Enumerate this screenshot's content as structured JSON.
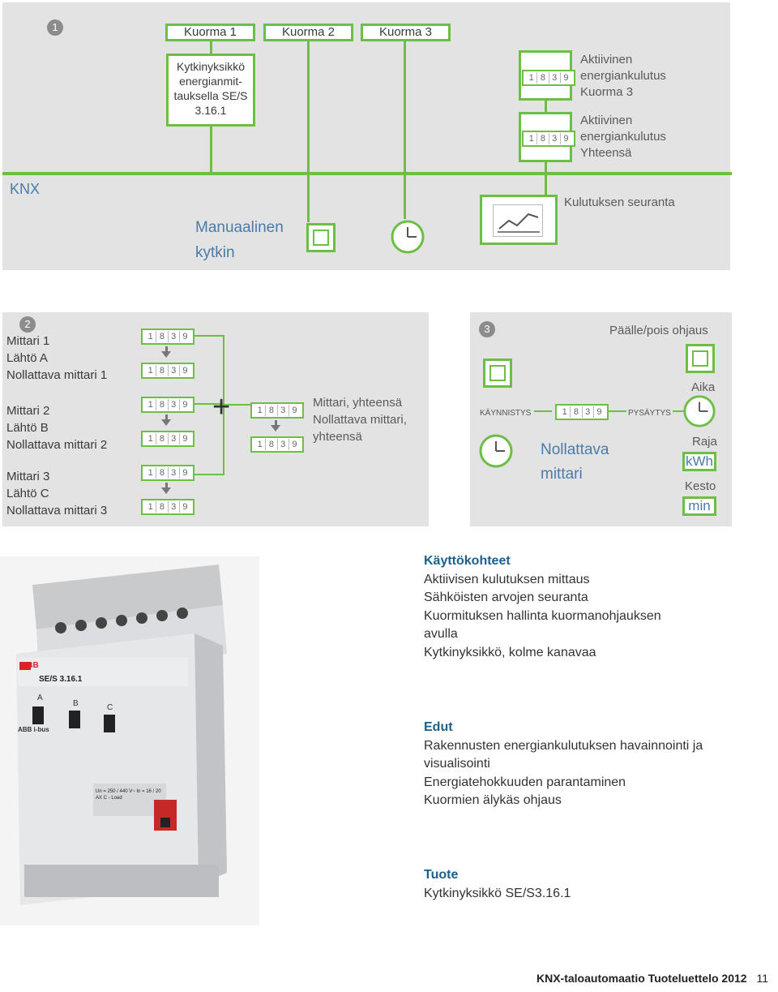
{
  "panel1": {
    "badge": "1",
    "tabs": [
      "Kuorma 1",
      "Kuorma 2",
      "Kuorma 3"
    ],
    "device_box": "Kytkinyksikkö energianmit-tauksella SE/S 3.16.1",
    "meter_digits": [
      "1",
      "8",
      "3",
      "9"
    ],
    "active_consumption_1": "Aktiivinen energiankulutus Kuorma 3",
    "active_consumption_2": "Aktiivinen energiankulutus Yhteensä",
    "bus_label": "KNX",
    "manual_switch": "Manuaalinen kytkin",
    "monitoring": "Kulutuksen seuranta"
  },
  "panel2": {
    "badge": "2",
    "meter1": [
      "Mittari 1",
      "Lähtö A",
      "Nollattava mittari 1"
    ],
    "meter2": [
      "Mittari 2",
      "Lähtö B",
      "Nollattava mittari 2"
    ],
    "meter3": [
      "Mittari 3",
      "Lähtö C",
      "Nollattava mittari 3"
    ],
    "plus": "+",
    "total_label": "Mittari, yhteensä Nollattava mittari, yhteensä"
  },
  "panel3": {
    "badge": "3",
    "onoff": "Päälle/pois ohjaus",
    "start": "KÄYNNISTYS",
    "stop": "PYSÄYTYS",
    "resettable": "Nollattava",
    "meter": "mittari",
    "time": "Aika",
    "limit": "Raja",
    "kwh": "kWh",
    "duration": "Kesto",
    "min": "min"
  },
  "product": {
    "logo": "ABB",
    "model": "SE/S 3.16.1",
    "channels": [
      "A",
      "B",
      "C"
    ],
    "bus_logo": "ABB i-bus",
    "rating": "Un = 250 / 440 V~  In = 16 / 20 AX  C - Load"
  },
  "info": {
    "uses_title": "Käyttökohteet",
    "uses": [
      "Aktiivisen kulutuksen mittaus",
      "Sähköisten arvojen seuranta",
      "Kuormituksen hallinta kuormanohjauksen avulla",
      "Kytkinyksikkö, kolme kanavaa"
    ],
    "benefits_title": "Edut",
    "benefits": [
      "Rakennusten energiankulutuksen havainnointi ja visualisointi",
      "Energiatehokkuuden parantaminen",
      "Kuormien älykäs ohjaus"
    ],
    "product_title": "Tuote",
    "product": "Kytkinyksikkö SE/S3.16.1"
  },
  "footer": {
    "title": "KNX-taloautomaatio Tuoteluettelo 2012",
    "page": "11"
  },
  "colors": {
    "green": "#6cbf44",
    "panel": "#e3e3e4",
    "heading": "#1b5f8c"
  }
}
